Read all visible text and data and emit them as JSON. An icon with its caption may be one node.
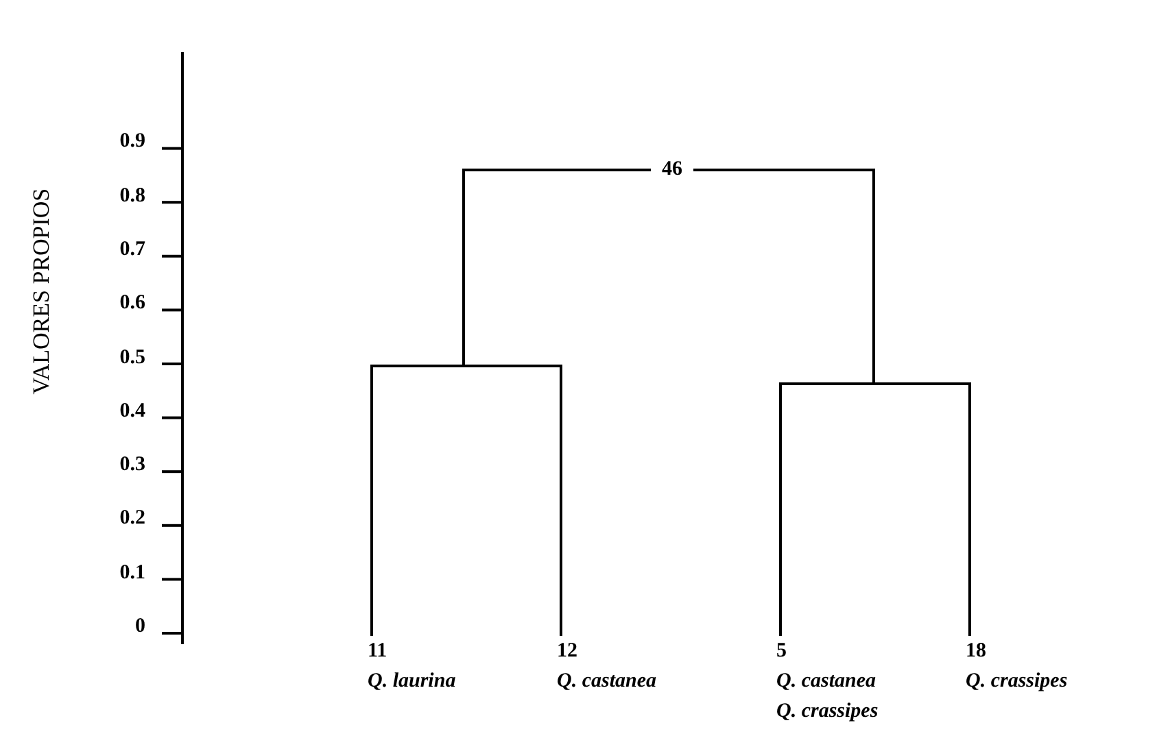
{
  "diagram": {
    "nodes": [
      {
        "text": [
          "11",
          "Q. laurina"
        ]
      },
      {
        "text": [
          "12",
          "Q. castanea"
        ]
      },
      {
        "text": [
          "5",
          "Q. castanea",
          "Q. crassipes"
        ]
      },
      {
        "text": [
          "18",
          "Q. crassipes"
        ]
      },
      {
        "text": [],
        "shape": "bar"
      },
      {
        "text": [],
        "shape": "bar"
      },
      {
        "text": [
          "46"
        ]
      }
    ],
    "edges": [
      {
        "from": 0,
        "to": 4,
        "arrow": "none"
      },
      {
        "from": 1,
        "to": 4,
        "arrow": "none"
      },
      {
        "from": 2,
        "to": 5,
        "arrow": "none"
      },
      {
        "from": 3,
        "to": 5,
        "arrow": "none"
      },
      {
        "from": 4,
        "to": 6,
        "arrow": "none"
      },
      {
        "from": 5,
        "to": 6,
        "arrow": "none"
      }
    ],
    "labels": [
      "VALORES PROPIOS",
      "0.9",
      "0.8",
      "0.7",
      "0.6",
      "0.5",
      "0.4",
      "0.3",
      "0.2",
      "0.1",
      "0"
    ]
  }
}
